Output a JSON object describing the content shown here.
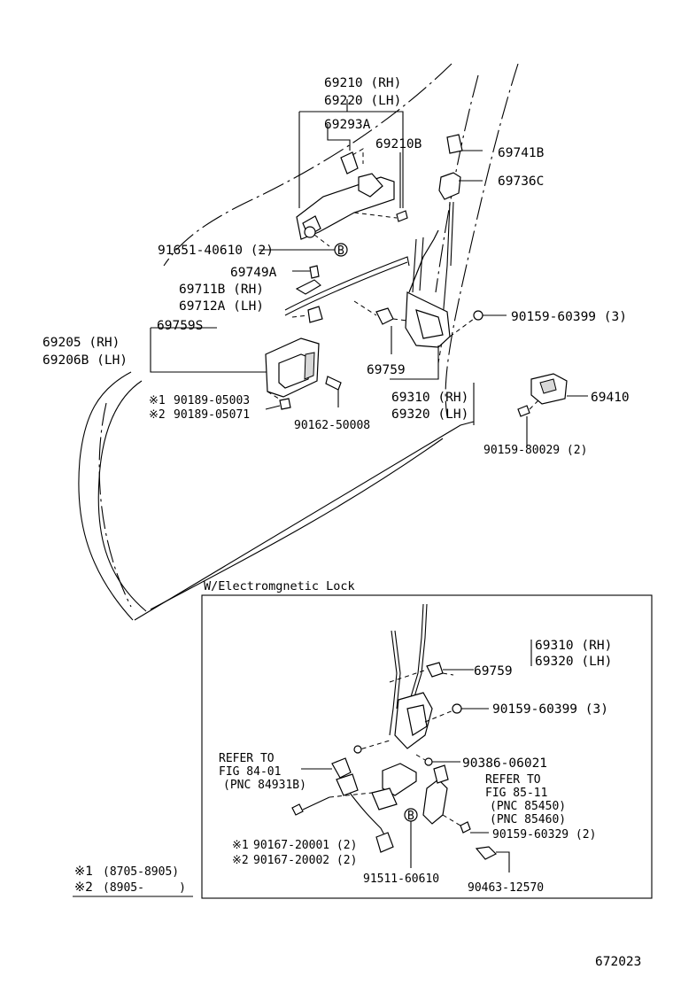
{
  "labels": {
    "p69210": "69210 (RH)",
    "p69220": "69220 (LH)",
    "p69293a": "69293A",
    "p69210b": "69210B",
    "p69741b": "69741B",
    "p69736c": "69736C",
    "p91651": "91651-40610 (2)",
    "bolt_b1": "B",
    "p69749a": "69749A",
    "p69711b": "69711B (RH)",
    "p69712a": "69712A (LH)",
    "p69759s": "69759S",
    "p90159_3": "90159-60399 (3)",
    "p69205": "69205  (RH)",
    "p69206b": "69206B (LH)",
    "p69759": "69759",
    "p69310": "69310 (RH)",
    "p69320": "69320 (LH)",
    "p69410": "69410",
    "m1_mark": "※1",
    "p90189_1": "90189-05003",
    "m2_mark": "※2",
    "p90189_2": "90189-05071",
    "p90162": "90162-50008",
    "p90159_2": "90159-80029 (2)"
  },
  "inset": {
    "title": "W/Electromgnetic Lock",
    "p69310": "69310 (RH)",
    "p69320": "69320 (LH)",
    "p69759": "69759",
    "p90159_3": "90159-60399 (3)",
    "ref1_line1": "REFER TO",
    "ref1_line2": "FIG 84-01",
    "ref1_line3": "(PNC 84931B)",
    "p90386": "90386-06021",
    "ref2_line1": "REFER TO",
    "ref2_line2": "FIG 85-11",
    "ref2_line3": "(PNC 85450)",
    "ref2_line4": "(PNC 85460)",
    "m1_mark": "※1",
    "p90167_1": "90167-20001 (2)",
    "m2_mark": "※2",
    "p90167_2": "90167-20002 (2)",
    "p90159_2": "90159-60329 (2)",
    "bolt_b2": "B",
    "p91511": "91511-60610",
    "p90463": "90463-12570"
  },
  "legend": {
    "m1_mark": "※1",
    "m1_range": "(8705-8905)",
    "m2_mark": "※2",
    "m2_range": "(8905-     )"
  },
  "figure_number": "672023"
}
